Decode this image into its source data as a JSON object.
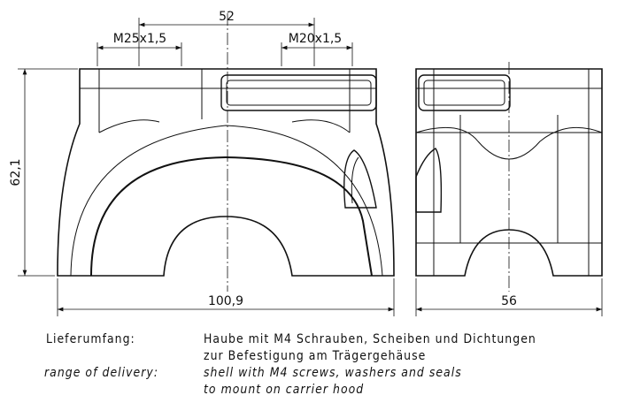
{
  "dimensions": {
    "center_distance": "52",
    "thread_left": "M25x1,5",
    "thread_right": "M20x1,5",
    "height": "62,1",
    "width_front": "100,9",
    "width_side": "56"
  },
  "notes": {
    "de_label": "Lieferumfang:",
    "de_line1": "Haube mit M4 Schrauben, Scheiben und Dichtungen",
    "de_line2": "zur Befestigung am Trägergehäuse",
    "en_label": "range of delivery:",
    "en_line1": "shell with M4 screws, washers and seals",
    "en_line2": "to mount on carrier hood"
  }
}
